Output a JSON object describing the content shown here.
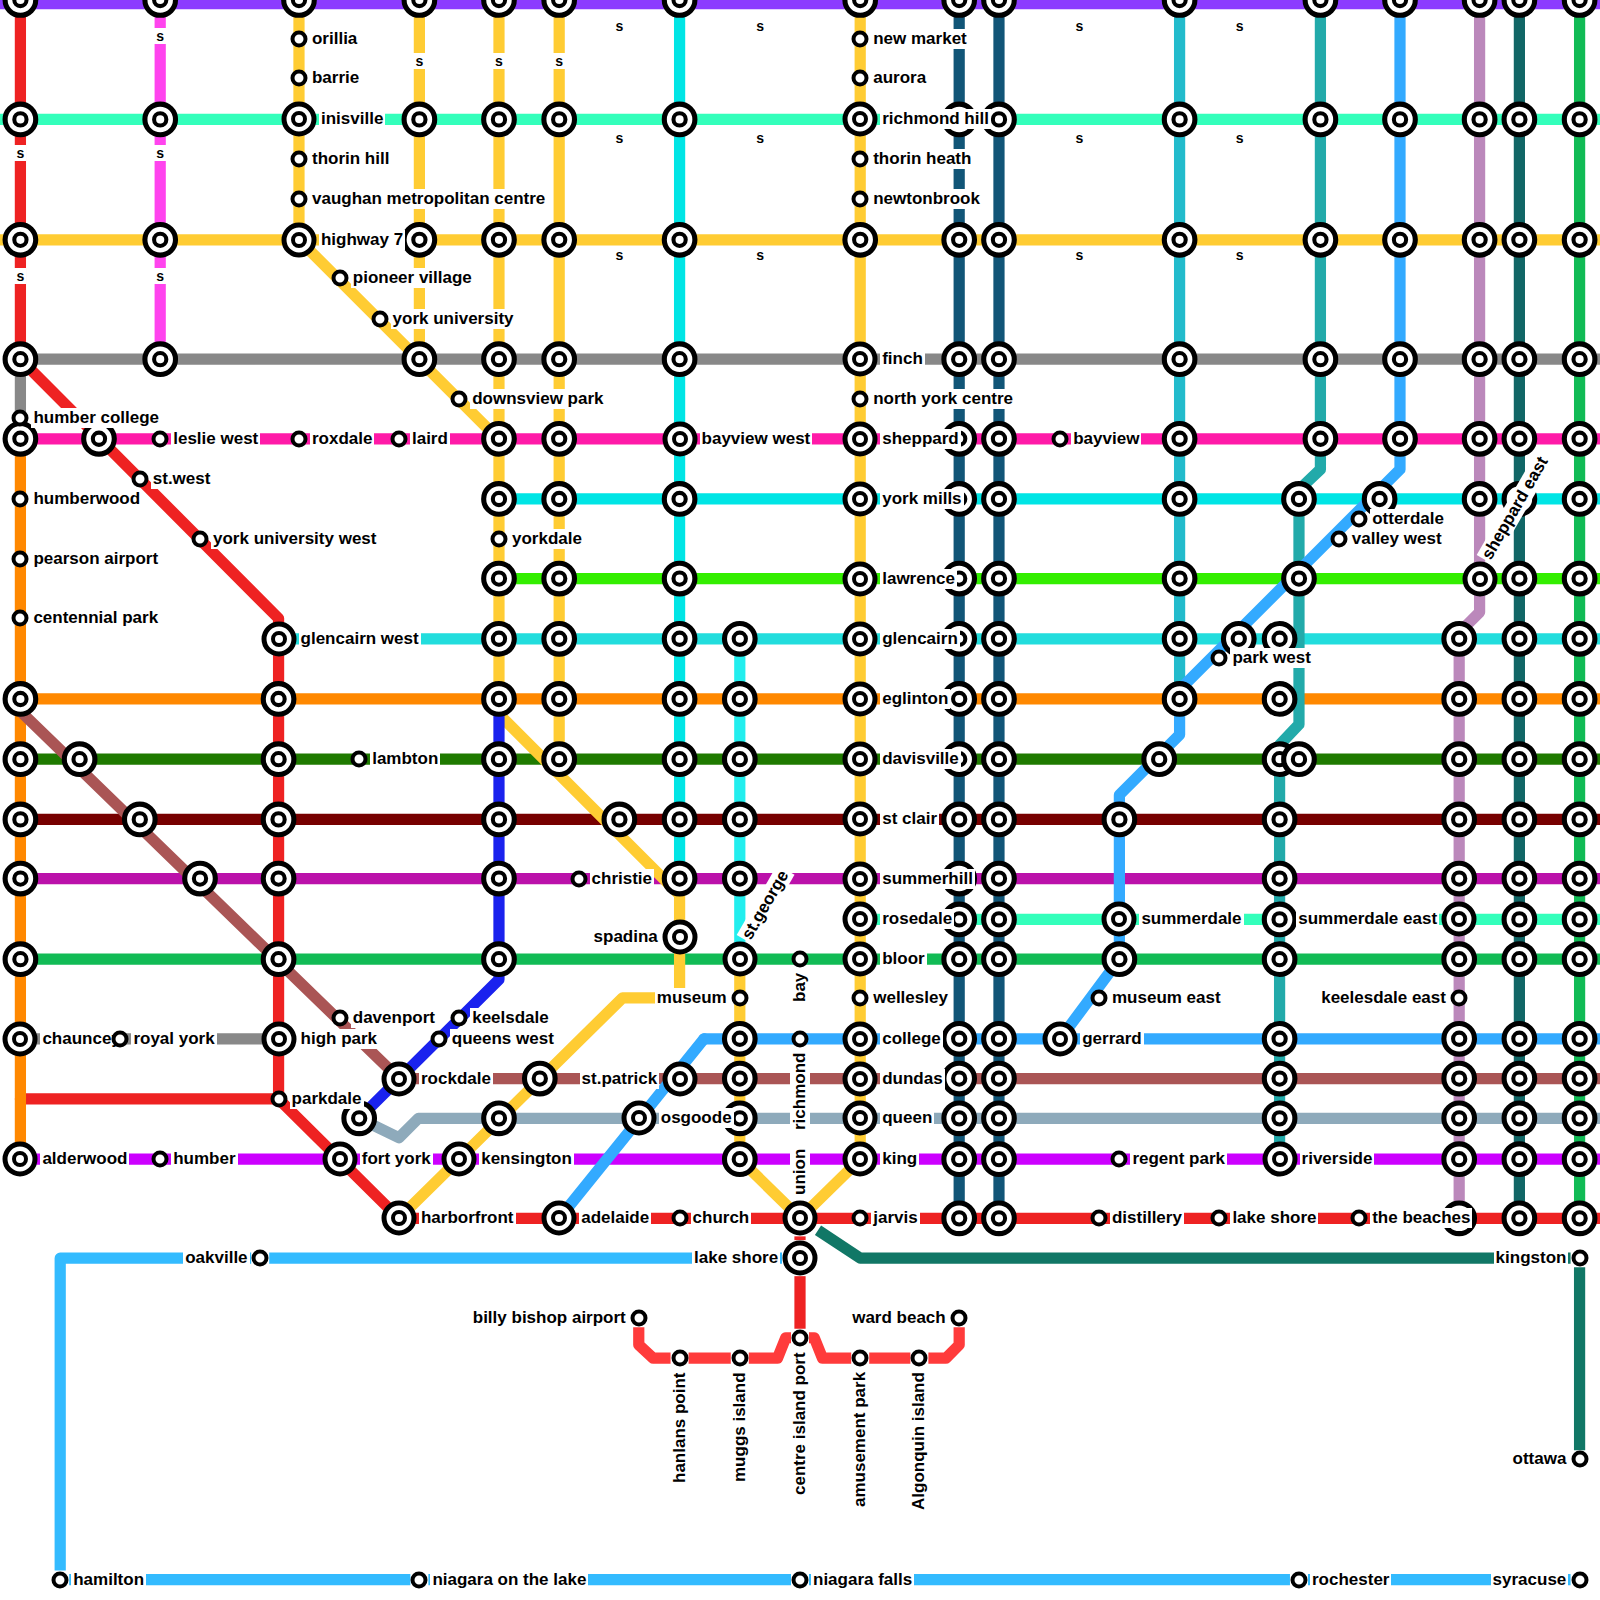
{
  "diagram": {
    "nodes": [
      {
        "text": [
          "orillia"
        ]
      },
      {
        "text": [
          "barrie"
        ]
      },
      {
        "text": [
          "new market"
        ]
      },
      {
        "text": [
          "aurora"
        ]
      },
      {
        "text": [
          "inisville"
        ]
      },
      {
        "text": [
          "richmond hill"
        ]
      },
      {
        "text": [
          "thorin hill"
        ]
      },
      {
        "text": [
          "thorin heath"
        ]
      },
      {
        "text": [
          "vaughan metropolitan centre"
        ]
      },
      {
        "text": [
          "newtonbrook"
        ]
      },
      {
        "text": [
          "highway 7"
        ]
      },
      {
        "text": [
          "pioneer village"
        ]
      },
      {
        "text": [
          "york university"
        ]
      },
      {
        "text": [
          "finch"
        ]
      },
      {
        "text": [
          "downsview park"
        ]
      },
      {
        "text": [
          "north york centre"
        ]
      },
      {
        "text": [
          "humber college"
        ]
      },
      {
        "text": [
          "leslie west"
        ]
      },
      {
        "text": [
          "roxdale"
        ]
      },
      {
        "text": [
          "laird"
        ]
      },
      {
        "text": [
          "bayview west"
        ]
      },
      {
        "text": [
          "sheppard"
        ]
      },
      {
        "text": [
          "bayview"
        ]
      },
      {
        "text": [
          "st.west"
        ]
      },
      {
        "text": [
          "humberwood"
        ]
      },
      {
        "text": [
          "york mills"
        ]
      },
      {
        "text": [
          "otterdale"
        ]
      },
      {
        "text": [
          "york university west"
        ]
      },
      {
        "text": [
          "yorkdale"
        ]
      },
      {
        "text": [
          "valley west"
        ]
      },
      {
        "text": [
          "pearson airport"
        ]
      },
      {
        "text": [
          "lawrence"
        ]
      },
      {
        "text": [
          "sheppard east"
        ]
      },
      {
        "text": [
          "centennial park"
        ]
      },
      {
        "text": [
          "glencairn west"
        ]
      },
      {
        "text": [
          "glencairn"
        ]
      },
      {
        "text": [
          "park west"
        ]
      },
      {
        "text": [
          "eglinton"
        ]
      },
      {
        "text": [
          "lambton"
        ]
      },
      {
        "text": [
          "davisville"
        ]
      },
      {
        "text": [
          "st clair"
        ]
      },
      {
        "text": [
          "christie"
        ]
      },
      {
        "text": [
          "summerhill"
        ]
      },
      {
        "text": [
          "rosedale"
        ]
      },
      {
        "text": [
          "summerdale"
        ]
      },
      {
        "text": [
          "summerdale east"
        ]
      },
      {
        "text": [
          "spadina"
        ]
      },
      {
        "text": [
          "st.george"
        ]
      },
      {
        "text": [
          "bloor"
        ]
      },
      {
        "text": [
          "bay"
        ]
      },
      {
        "text": [
          "museum east"
        ]
      },
      {
        "text": [
          "museum"
        ]
      },
      {
        "text": [
          "wellesley"
        ]
      },
      {
        "text": [
          "davenport"
        ]
      },
      {
        "text": [
          "keelsdale"
        ]
      },
      {
        "text": [
          "keelesdale east"
        ]
      },
      {
        "text": [
          "chauncey"
        ]
      },
      {
        "text": [
          "royal york"
        ]
      },
      {
        "text": [
          "high park"
        ]
      },
      {
        "text": [
          "queens west"
        ]
      },
      {
        "text": [
          "richmond"
        ]
      },
      {
        "text": [
          "college"
        ]
      },
      {
        "text": [
          "gerrard"
        ]
      },
      {
        "text": [
          "rockdale"
        ]
      },
      {
        "text": [
          "st.patrick"
        ]
      },
      {
        "text": [
          "dundas"
        ]
      },
      {
        "text": [
          "parkdale"
        ]
      },
      {
        "text": [
          "osgoode"
        ]
      },
      {
        "text": [
          "queen"
        ]
      },
      {
        "text": [
          "alderwood"
        ]
      },
      {
        "text": [
          "humber"
        ]
      },
      {
        "text": [
          "fort york"
        ]
      },
      {
        "text": [
          "kensington"
        ]
      },
      {
        "text": [
          "king"
        ]
      },
      {
        "text": [
          "regent park"
        ]
      },
      {
        "text": [
          "riverside"
        ]
      },
      {
        "text": [
          "union"
        ]
      },
      {
        "text": [
          "harborfront"
        ]
      },
      {
        "text": [
          "adelaide"
        ]
      },
      {
        "text": [
          "church"
        ]
      },
      {
        "text": [
          "jarvis"
        ]
      },
      {
        "text": [
          "distillery"
        ]
      },
      {
        "text": [
          "lake shore"
        ]
      },
      {
        "text": [
          "the beaches"
        ]
      },
      {
        "text": [
          "lake shore"
        ]
      },
      {
        "text": [
          "oakville"
        ]
      },
      {
        "text": [
          "kingston"
        ]
      },
      {
        "text": [
          "billy bishop airport"
        ]
      },
      {
        "text": [
          "ward beach"
        ]
      },
      {
        "text": [
          "centre island port"
        ]
      },
      {
        "text": [
          "hanlans point"
        ]
      },
      {
        "text": [
          "muggs island"
        ]
      },
      {
        "text": [
          "amusement park"
        ]
      },
      {
        "text": [
          "Algonquin island"
        ]
      },
      {
        "text": [
          "ottawa"
        ]
      },
      {
        "text": [
          "hamilton"
        ]
      },
      {
        "text": [
          "niagara on the lake"
        ]
      },
      {
        "text": [
          "niagara falls"
        ]
      },
      {
        "text": [
          "rochester"
        ]
      },
      {
        "text": [
          "syracuse"
        ]
      }
    ],
    "edges": [
      {
        "from": 76,
        "to": 84,
        "arrow": "none"
      },
      {
        "from": 84,
        "to": 85,
        "arrow": "none"
      },
      {
        "from": 85,
        "to": 95,
        "arrow": "none"
      },
      {
        "from": 95,
        "to": 96,
        "arrow": "none"
      },
      {
        "from": 96,
        "to": 97,
        "arrow": "none"
      },
      {
        "from": 97,
        "to": 98,
        "arrow": "none"
      },
      {
        "from": 98,
        "to": 99,
        "arrow": "none"
      },
      {
        "from": 76,
        "to": 86,
        "arrow": "none"
      },
      {
        "from": 86,
        "to": 94,
        "arrow": "none"
      },
      {
        "from": 84,
        "to": 89,
        "arrow": "none"
      },
      {
        "from": 87,
        "to": 90,
        "arrow": "none"
      },
      {
        "from": 90,
        "to": 91,
        "arrow": "none"
      },
      {
        "from": 91,
        "to": 89,
        "arrow": "none"
      },
      {
        "from": 89,
        "to": 92,
        "arrow": "none"
      },
      {
        "from": 92,
        "to": 93,
        "arrow": "none"
      },
      {
        "from": 93,
        "to": 88,
        "arrow": "none"
      }
    ],
    "labels": [
      "s",
      "s",
      "s",
      "s",
      "s",
      "s",
      "s",
      "s",
      "s",
      "s",
      "s",
      "s",
      "s",
      "s",
      "s",
      "s",
      "s",
      "s",
      "s",
      "s"
    ]
  }
}
